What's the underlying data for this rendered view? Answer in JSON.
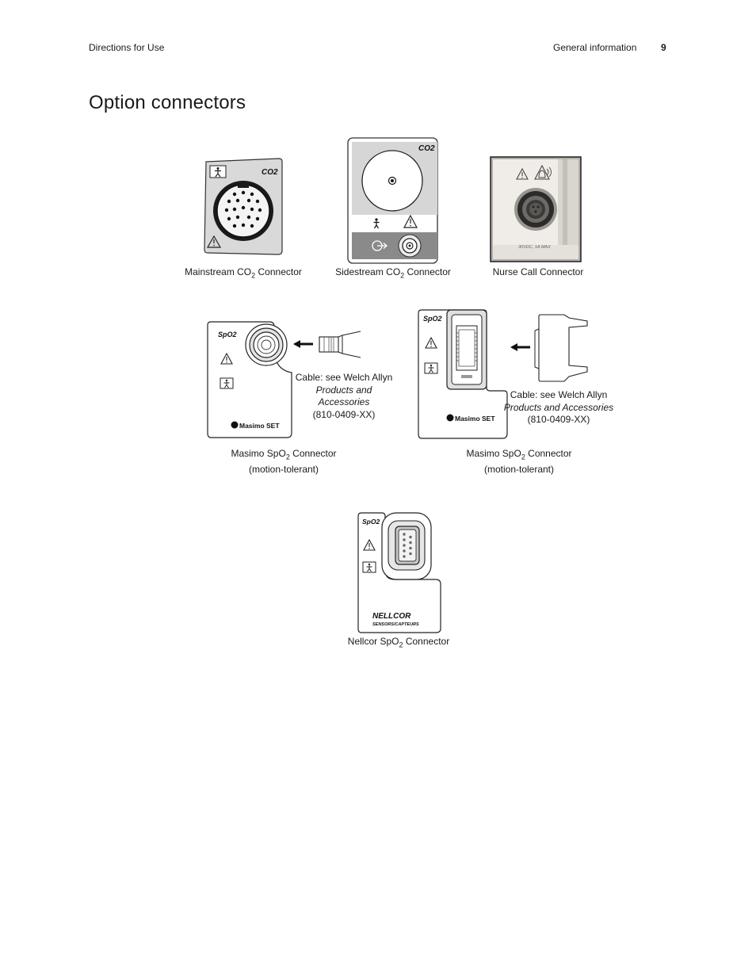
{
  "header": {
    "left": "Directions for Use",
    "section": "General information",
    "page_number": "9"
  },
  "title": "Option connectors",
  "figures": {
    "mainstream": {
      "label": "CO2",
      "caption_a": "Mainstream CO",
      "caption_sub": "2",
      "caption_b": " Connector"
    },
    "sidestream": {
      "label": "CO2",
      "caption_a": "Sidestream CO",
      "caption_sub": "2",
      "caption_b": " Connector"
    },
    "nurse_call": {
      "rating": "30VDC, 1A MAX",
      "caption": "Nurse Call Connector"
    },
    "masimo_1": {
      "label": "SpO2",
      "brand": "Masimo SET",
      "cable_line1": "Cable: see Welch Allyn",
      "cable_line2": "Products and",
      "cable_line3": "Accessories",
      "cable_line4": "(810-0409-XX)",
      "caption_a": "Masimo SpO",
      "caption_sub": "2",
      "caption_b": " Connector",
      "caption_line2": "(motion-tolerant)"
    },
    "masimo_2": {
      "label": "SpO2",
      "brand": "Masimo SET",
      "cable_line1": "Cable: see Welch Allyn",
      "cable_line2": "Products and Accessories",
      "cable_line3": "(810-0409-XX)",
      "caption_a": "Masimo SpO",
      "caption_sub": "2",
      "caption_b": " Connector",
      "caption_line2": "(motion-tolerant)"
    },
    "nellcor": {
      "label": "SpO2",
      "brand": "NELLCOR",
      "brand_sub": "SENSORS/CAPTEURS",
      "caption_a": "Nellcor SpO",
      "caption_sub": "2",
      "caption_b": " Connector"
    }
  }
}
